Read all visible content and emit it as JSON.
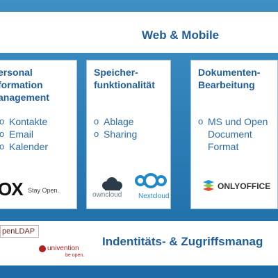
{
  "top": {
    "title": "Web & Mobile"
  },
  "columns": [
    {
      "title_lines": [
        "ersonal",
        "formation",
        "anagement"
      ],
      "items": [
        "Kontakte",
        "Email",
        "Kalender"
      ],
      "logo": {
        "mark": "OX",
        "tagline": "Stay Open."
      }
    },
    {
      "title_lines": [
        "Speicher-",
        "funktionalität"
      ],
      "items": [
        "Ablage",
        "Sharing"
      ],
      "logos": [
        {
          "name": "owncloud",
          "label": "owncloud"
        },
        {
          "name": "nextcloud",
          "label": "Nextcloud"
        }
      ]
    },
    {
      "title_lines": [
        "Dokumenten-",
        "Bearbeitung"
      ],
      "items": [
        "MS und Open",
        "Document",
        "Format"
      ],
      "logo": {
        "label": "ONLYOFFICE"
      }
    }
  ],
  "bottom": {
    "title": "Indentitäts- & Zugriffsmanag",
    "logos": [
      {
        "name": "openldap",
        "label": "penLDAP"
      },
      {
        "name": "univention",
        "label": "univention",
        "tagline": "be open."
      }
    ]
  },
  "bullet": "o",
  "colors": {
    "brand_blue": "#1f5d9a",
    "text_blue": "#2c6ba8",
    "bg_blue": "#2a7ab3"
  }
}
